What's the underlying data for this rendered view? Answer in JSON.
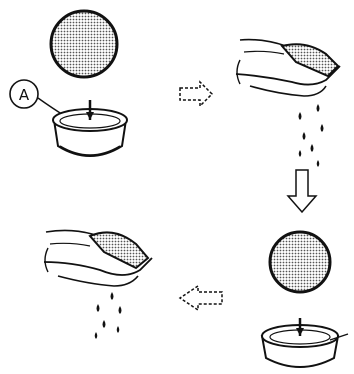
{
  "diagram": {
    "callout_label": "A",
    "steps": [
      {
        "name": "filter-and-bowl-separated"
      },
      {
        "name": "squeeze-filter"
      },
      {
        "name": "filter-over-bowl"
      },
      {
        "name": "squeeze-filter-again"
      }
    ],
    "arrows": [
      {
        "from": "step-1",
        "to": "step-2",
        "direction": "right"
      },
      {
        "from": "step-2",
        "to": "step-3",
        "direction": "down"
      },
      {
        "from": "step-3",
        "to": "step-4",
        "direction": "left"
      }
    ],
    "colors": {
      "ink": "#111111",
      "paper": "#ffffff",
      "screen": "#8a8a8a"
    }
  }
}
